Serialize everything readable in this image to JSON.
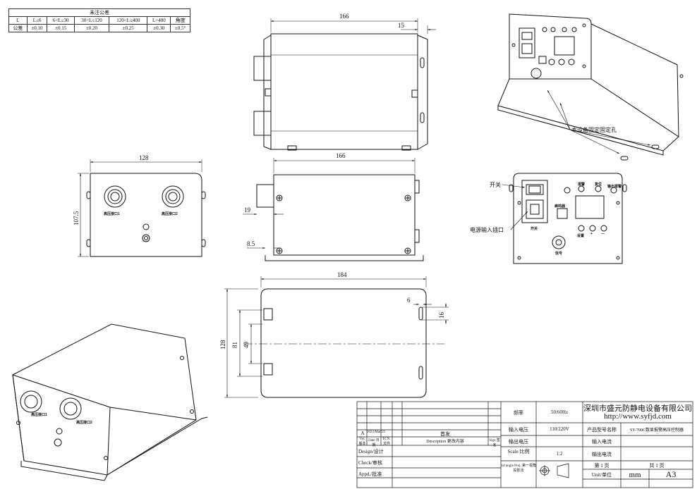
{
  "tolerance_table": {
    "title": "未注公差",
    "headers": [
      "L",
      "L≤6",
      "6<L≤30",
      "30<L≤120",
      "120<L≤400",
      "L>400",
      "角度"
    ],
    "row_label": "公差",
    "values": [
      "±0.10",
      "±0.15",
      "±0.20",
      "±0.25",
      "±0.30",
      "±0.5°"
    ]
  },
  "dimensions": {
    "top_width": "166",
    "top_offset": "15",
    "side_width": "166",
    "side_19": "19",
    "side_8_5": "8.5",
    "front_width": "128",
    "front_height": "107.5",
    "bottom_width": "184",
    "bottom_height": "128",
    "bottom_81": "81",
    "bottom_49": "49",
    "bottom_6": "6",
    "bottom_16": "16"
  },
  "labels": {
    "hv_port_1": "高压接口1",
    "hv_port_2": "高压接口2",
    "mount_holes": "本设备固定固定孔",
    "switch": "开关",
    "power_input": "电源输入插口",
    "switch_small": "开关",
    "alarm": "报警",
    "reset": "复位",
    "buzzer": "蜂鸣器",
    "signal": "信号",
    "plus": "+",
    "minus": "—",
    "set": "设置",
    "output_alarm": "输出报警",
    "lower_left_1": "高压接口1",
    "lower_left_2": "高压接口2"
  },
  "title_block": {
    "rev_ver": "A",
    "rev_date": "2022/Mar/25",
    "rev_desc": "首发",
    "ver_label": "Ver. 版本",
    "date_label": "Date 日期",
    "ecn_label": "ECN. 文件",
    "desc_label": "Description 更改内容",
    "sign_label": "Sign 签名",
    "design": "Design/设计",
    "check": "Check/审核",
    "appd": "Appd./批准",
    "freq_label": "频率",
    "freq_value": "50/60Hz",
    "in_voltage_label": "输入电压",
    "in_voltage_value": "110/220V",
    "out_voltage_label": "输出电压",
    "scale_label": "Scale 比例",
    "scale_value": "1:2",
    "angle_label": "1st angle Proj. 第一视角投影法",
    "company": "深圳市盛元防静电设备有限公司",
    "website": "http://www.syfjd.com",
    "product_label": "产品型号名称",
    "product_value": "SY-700C数显报警高压控制器",
    "in_current": "输入电流",
    "out_current": "输出电流",
    "sheet_label": "第 1 页",
    "total_label": "共 1 页",
    "unit_label": "Unit/单位",
    "unit_value": "mm",
    "paper": "A3"
  }
}
